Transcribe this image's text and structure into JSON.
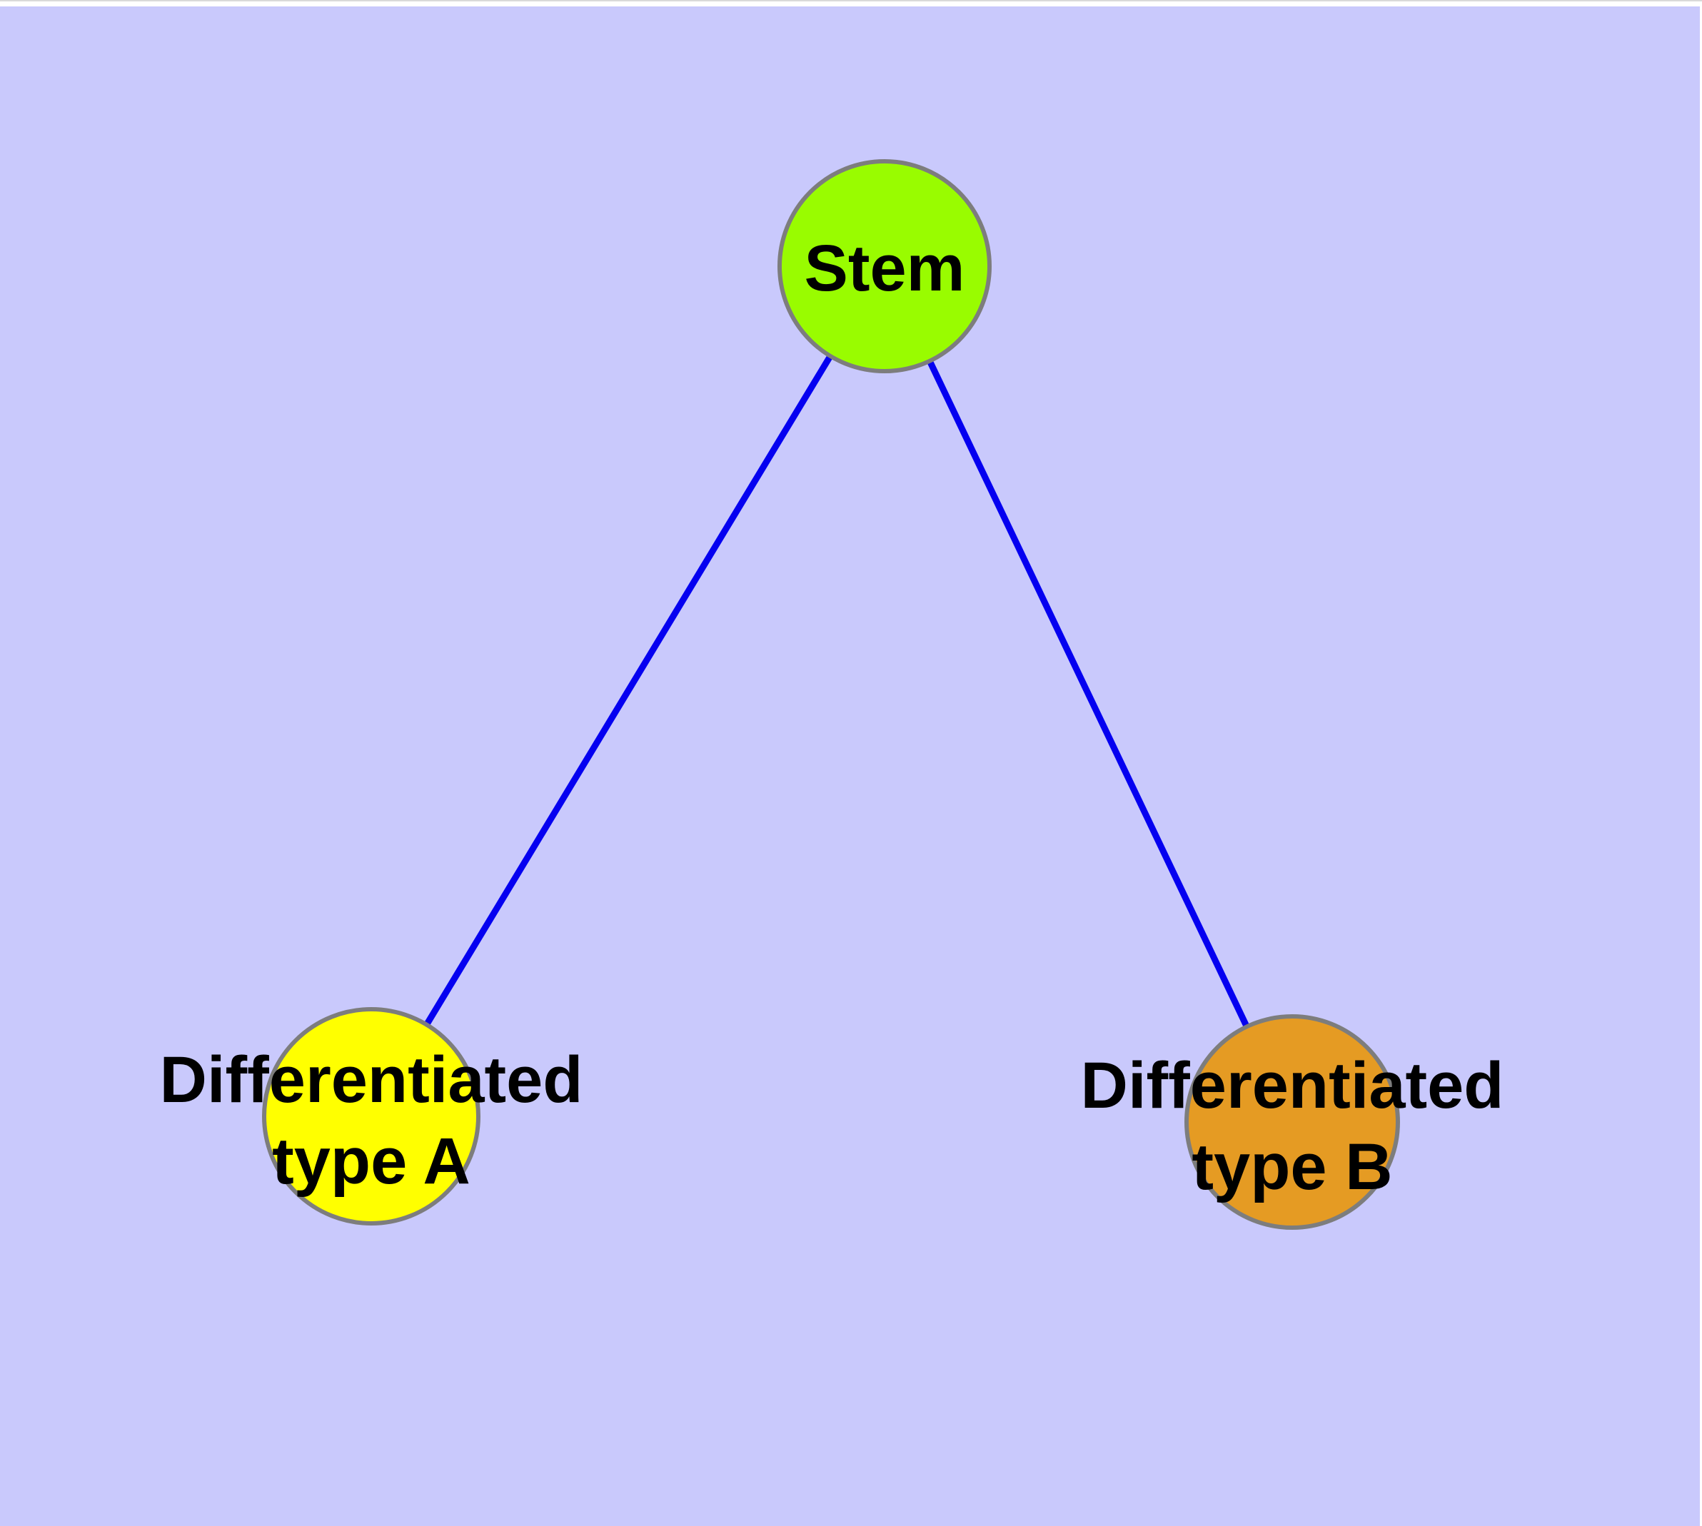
{
  "diagram": {
    "canvas": {
      "background_color": "#c9c9fc",
      "frame_color": "#ffffff",
      "top_border_color": "#d9d9d9"
    },
    "style": {
      "edge_color": "#0500f0",
      "node_border_color": "#7d7d7d",
      "label_color": "#000000"
    },
    "nodes": {
      "stem": {
        "label": "Stem",
        "fill": "#99fc00"
      },
      "type_a": {
        "label_line1": "Differentiated",
        "label_line2": "type A",
        "full_label": "Differentiated type A",
        "fill": "#ffff00"
      },
      "type_b": {
        "label_line1": "Differentiated",
        "label_line2": "type B",
        "full_label": "Differentiated type B",
        "fill": "#e59b23"
      }
    },
    "edges": [
      {
        "from": "Stem",
        "to": "Differentiated type A"
      },
      {
        "from": "Stem",
        "to": "Differentiated type B"
      }
    ]
  }
}
